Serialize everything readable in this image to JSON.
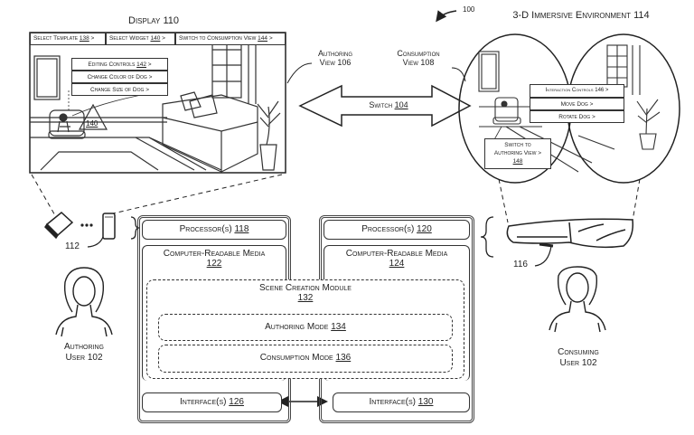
{
  "figure_ref": "100",
  "display": {
    "title": "Display 110",
    "toolbar": [
      {
        "label": "Select Template ",
        "ref": "138",
        "suffix": " >"
      },
      {
        "label": "Select Widget ",
        "ref": "140",
        "suffix": " >"
      },
      {
        "label": "Switch to Consumption View ",
        "ref": "144",
        "suffix": " >"
      }
    ],
    "editing_controls": {
      "header": "Editing Controls ",
      "header_ref": "142",
      "header_suffix": " >",
      "items": [
        "Change Color of Dog >",
        "Change Size of Dog >"
      ]
    },
    "widget_ref": "140"
  },
  "authoring_view_label": [
    "Authoring",
    "View 106"
  ],
  "consumption_view_label": [
    "Consumption",
    "View 108"
  ],
  "switch": {
    "label": "Switch ",
    "ref": "104"
  },
  "immersive_env": {
    "title": "3-D Immersive Environment 114",
    "interaction_controls": {
      "header": "Interaction Controls 146 >",
      "items": [
        "Move Dog >",
        "Rotate Dog >"
      ]
    },
    "switch_to_authoring": {
      "lines": [
        "Switch to",
        "Authoring View >"
      ],
      "ref": "148"
    }
  },
  "devices_ref": "112",
  "hmd_ref": "116",
  "authoring_user": [
    "Authoring",
    "User 102"
  ],
  "consuming_user": [
    "Consuming",
    "User 102"
  ],
  "left_device": {
    "processor": {
      "label": "Processor(s) ",
      "ref": "118"
    },
    "media": {
      "label": "Computer-Readable Media",
      "ref": "122"
    },
    "interface": {
      "label": "Interface(s) ",
      "ref": "126"
    }
  },
  "right_device": {
    "processor": {
      "label": "Processor(s) ",
      "ref": "120"
    },
    "media": {
      "label": "Computer-Readable Media",
      "ref": "124"
    },
    "interface": {
      "label": "Interface(s) ",
      "ref": "130"
    }
  },
  "scene_module": {
    "label": "Scene Creation Module",
    "ref": "132"
  },
  "authoring_mode": {
    "label": "Authoring Mode ",
    "ref": "134"
  },
  "consumption_mode": {
    "label": "Consumption Mode ",
    "ref": "136"
  }
}
